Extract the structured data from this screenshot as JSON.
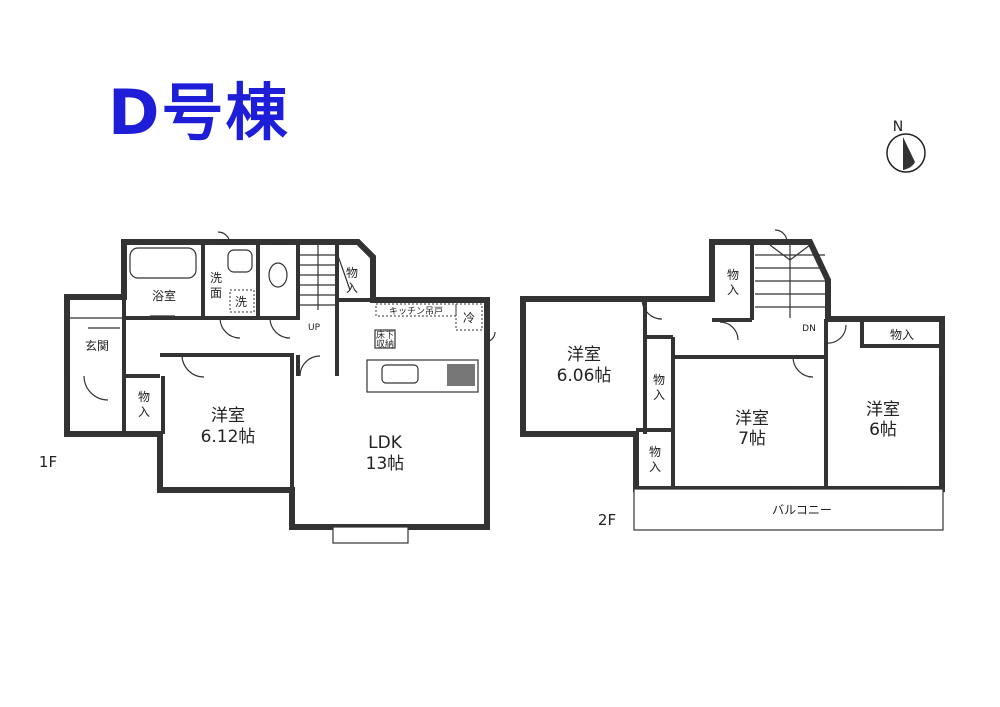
{
  "title": "D号棟",
  "colors": {
    "title": "#1e1ed8",
    "wall": "#333333"
  },
  "compass": {
    "label": "N",
    "icon": "north-arrow-icon"
  },
  "floor1": {
    "label": "1F",
    "rooms": {
      "bath": "浴室",
      "washroom_1": "洗",
      "washroom_2": "面",
      "washer": "洗",
      "entrance": "玄関",
      "storage_stairs_1": "物",
      "storage_stairs_2": "入",
      "storage_hall_1": "物",
      "storage_hall_2": "入",
      "western_name": "洋室",
      "western_size": "6.12帖",
      "ldk_name": "LDK",
      "ldk_size": "13帖",
      "stairs": "UP",
      "kitchen_cabinet": "キッチン吊戸",
      "fridge": "冷",
      "underfloor_1": "床下",
      "underfloor_2": "収納"
    }
  },
  "floor2": {
    "label": "2F",
    "rooms": {
      "west_name": "洋室",
      "west_size": "6.06帖",
      "center_name": "洋室",
      "center_size": "7帖",
      "east_name": "洋室",
      "east_size": "6帖",
      "storage_top_1": "物",
      "storage_top_2": "入",
      "storage_mid_1": "物",
      "storage_mid_2": "入",
      "storage_low_1": "物",
      "storage_low_2": "入",
      "storage_east": "物入",
      "stairs": "DN",
      "balcony": "バルコニー"
    }
  }
}
